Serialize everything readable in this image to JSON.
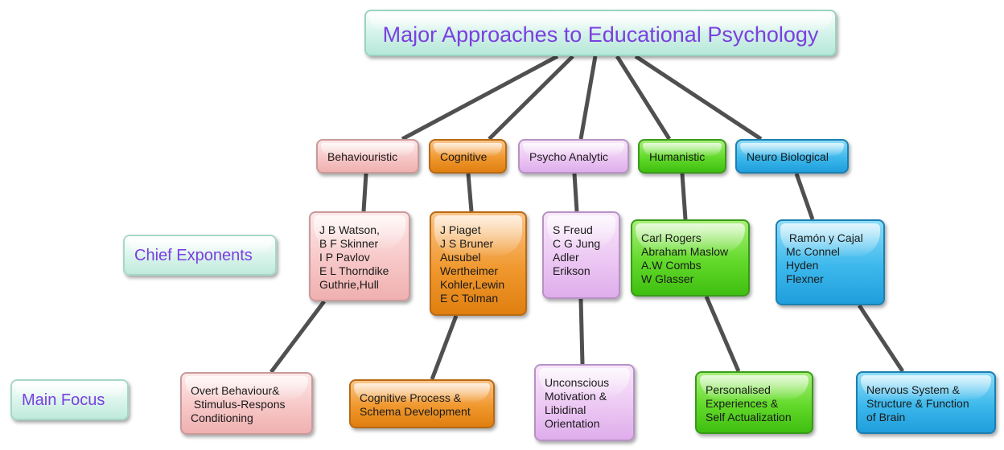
{
  "title": "Major Approaches to Educational Psychology",
  "row_labels": {
    "chief": "Chief Exponents",
    "focus": "Main Focus"
  },
  "approaches": [
    {
      "name": "Behaviouristic",
      "exponents": "J B Watson,\nB F Skinner\nI P Pavlov\nE L Thorndike\nGuthrie,Hull",
      "focus": "Overt Behaviour&\n Stimulus-Respons\nConditioning"
    },
    {
      "name": "Cognitive",
      "exponents": "J Piaget\nJ S Bruner\nAusubel\nWertheimer\nKohler,Lewin\nE C Tolman",
      "focus": "Cognitive Process &\nSchema Development"
    },
    {
      "name": "Psycho Analytic",
      "exponents": "S Freud\nC G Jung\nAdler\nErikson",
      "focus": "Unconscious\nMotivation &\nLibidinal\nOrientation"
    },
    {
      "name": "Humanistic",
      "exponents": "Carl Rogers\nAbraham Maslow\nA.W Combs\nW Glasser",
      "focus": "Personalised\nExperiences &\nSelf Actualization"
    },
    {
      "name": "Neuro Biological",
      "exponents": " Ramón y Cajal\nMc Connel\nHyden\nFlexner",
      "focus": "Nervous System &\nStructure & Function\nof Brain"
    }
  ],
  "colors": {
    "behaviouristic": "#f7c7c7",
    "cognitive": "#f0982e",
    "psycho_analytic": "#ecc8f3",
    "humanistic": "#62d92a",
    "neuro_biological": "#3cb8ec",
    "label_text": "#7b3fe0",
    "connector": "#505050"
  }
}
